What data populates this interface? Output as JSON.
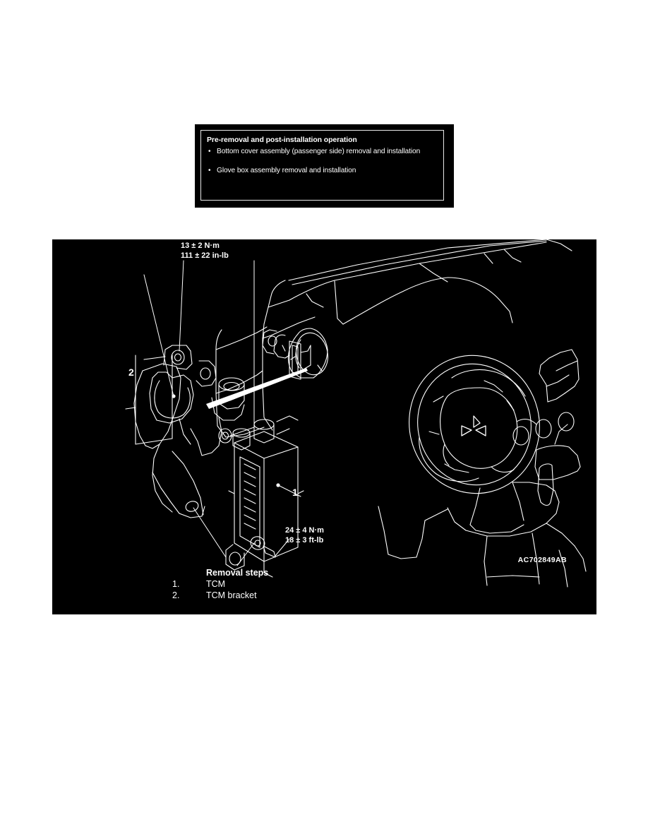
{
  "note_box": {
    "title": "Pre-removal and post-installation operation",
    "bullet_char": "•",
    "items": [
      "Bottom cover assembly (passenger side) removal and installation",
      "Glove box assembly removal and installation"
    ]
  },
  "figure": {
    "background_color": "#000000",
    "line_color": "#ffffff",
    "art_code": "AC702849AB",
    "torque_labels": [
      {
        "line1": "13 ± 2 N·m",
        "line2": "111 ± 22 in-lb"
      },
      {
        "line1": "24 ± 4 N·m",
        "line2": "18 ± 3 ft-lb"
      }
    ],
    "callouts": [
      {
        "number": "1"
      },
      {
        "number": "2"
      }
    ],
    "subject": "tcm-and-bracket-removal-diagram"
  },
  "removal_steps": {
    "title": "Removal steps",
    "steps": [
      {
        "number": "1.",
        "label": "TCM"
      },
      {
        "number": "2.",
        "label": "TCM bracket"
      }
    ]
  }
}
